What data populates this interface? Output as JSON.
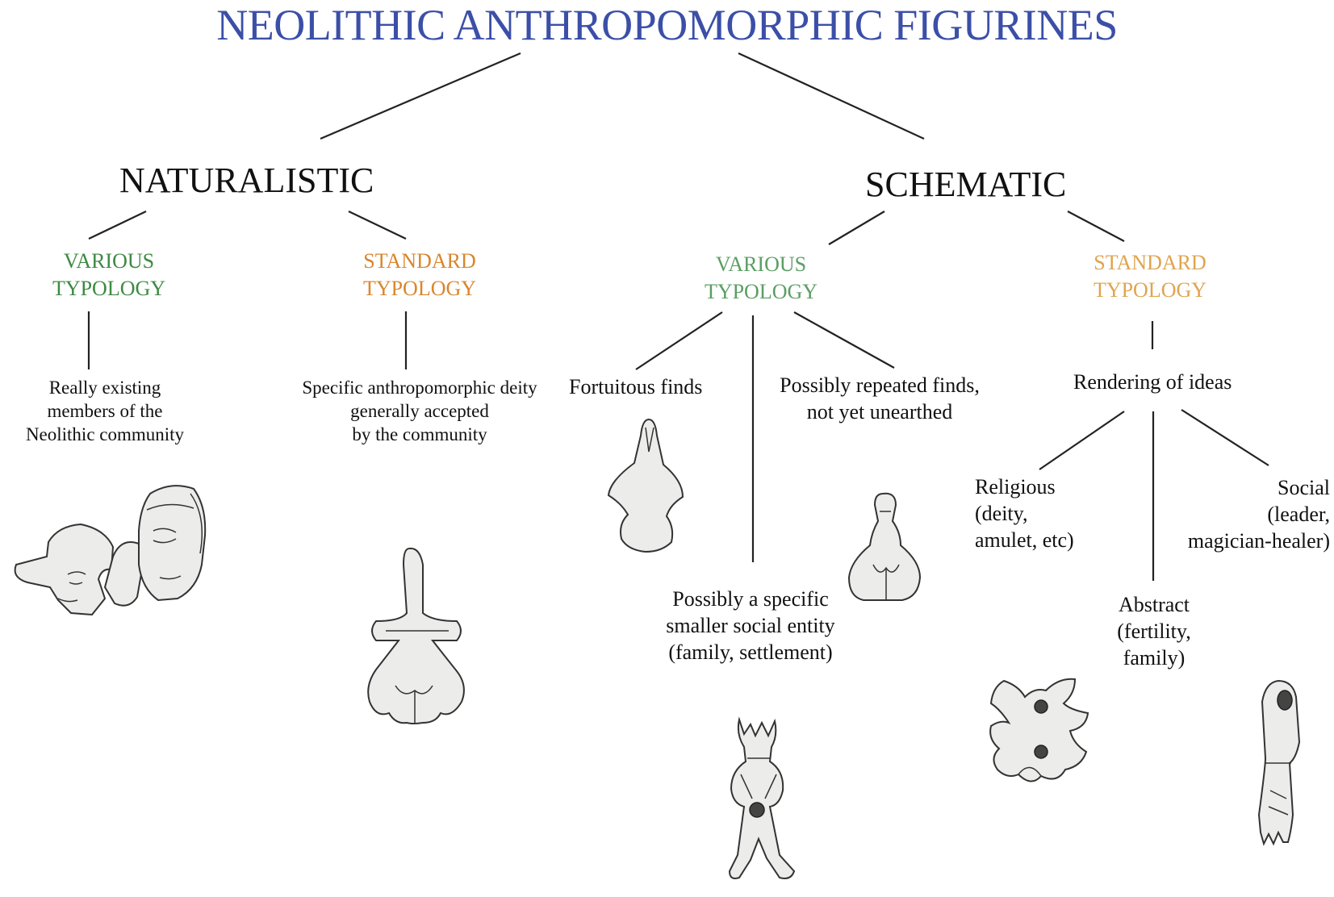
{
  "title": "NEOLITHIC ANTHROPOMORPHIC FIGURINES",
  "branches": {
    "naturalistic": {
      "label": "NATURALISTIC",
      "various": {
        "label_line1": "VARIOUS",
        "label_line2": "TYPOLOGY",
        "description": [
          "Really existing",
          "members of the",
          "Neolithic community"
        ]
      },
      "standard": {
        "label_line1": "STANDARD",
        "label_line2": "TYPOLOGY",
        "description": [
          "Specific anthropomorphic deity",
          "generally accepted",
          "by the community"
        ]
      }
    },
    "schematic": {
      "label": "SCHEMATIC",
      "various": {
        "label_line1": "VARIOUS",
        "label_line2": "TYPOLOGY",
        "fortuitous": "Fortuitous finds",
        "repeated": [
          "Possibly repeated finds,",
          "not yet unearthed"
        ],
        "social_entity": [
          "Possibly a specific",
          "smaller social entity",
          "(family, settlement)"
        ]
      },
      "standard": {
        "label_line1": "STANDARD",
        "label_line2": "TYPOLOGY",
        "rendering": "Rendering of ideas",
        "religious": [
          "Religious",
          "(deity,",
          "amulet, etc)"
        ],
        "abstract": [
          "Abstract",
          "(fertility,",
          "family)"
        ],
        "social": [
          "Social",
          "(leader,",
          "magician-healer)"
        ]
      }
    }
  },
  "colors": {
    "title": "#3b4fa8",
    "various": "#3c8a43",
    "standard": "#d9862d"
  }
}
